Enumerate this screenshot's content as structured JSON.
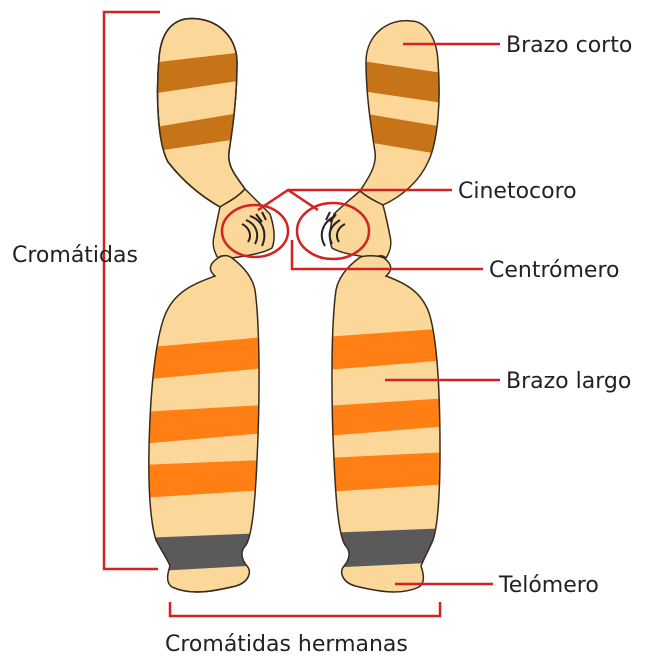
{
  "labels": {
    "brazo_corto": "Brazo corto",
    "cinetocoro": "Cinetocoro",
    "centromero": "Centrómero",
    "brazo_largo": "Brazo largo",
    "telomero": "Telómero",
    "cromatidas": "Cromátidas",
    "cromatidas_hermanas": "Cromátidas hermanas"
  },
  "colors": {
    "chromatid_fill": "#fbd89a",
    "outline": "#3a2a1a",
    "band_dark": "#c77318",
    "band_orange": "#ff7f15",
    "telomere": "#5a5a5a",
    "annotation_red": "#d32222",
    "text": "#222222"
  }
}
